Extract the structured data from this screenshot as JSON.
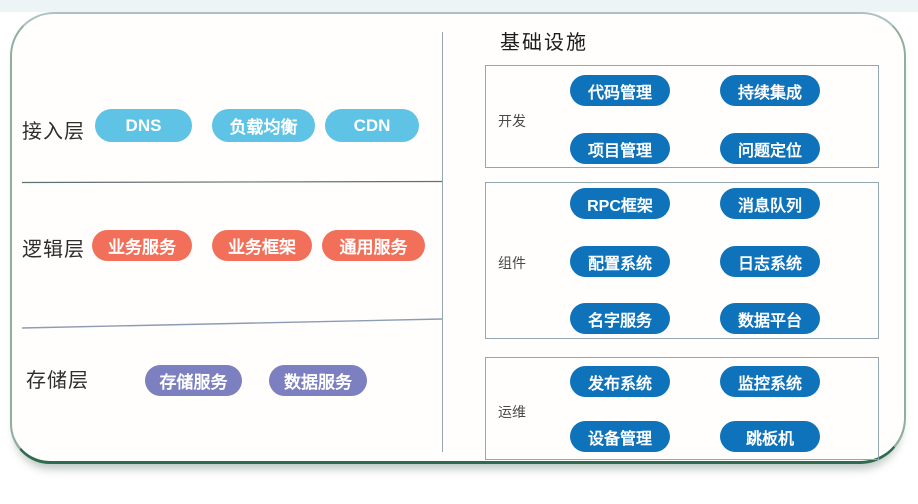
{
  "colors": {
    "access": "#5fc3e6",
    "logic": "#f2705a",
    "storage": "#7c80c0",
    "infra": "#0e73ba",
    "card-border-top": "#abc3c0",
    "card-border-bottom": "#2f6b51"
  },
  "left_panel": {
    "layers": [
      {
        "label": "接入层",
        "items": [
          "DNS",
          "负载均衡",
          "CDN"
        ]
      },
      {
        "label": "逻辑层",
        "items": [
          "业务服务",
          "业务框架",
          "通用服务"
        ]
      },
      {
        "label": "存储层",
        "items": [
          "存储服务",
          "数据服务"
        ]
      }
    ]
  },
  "right_panel": {
    "title": "基础设施",
    "groups": [
      {
        "label": "开发",
        "items": [
          "代码管理",
          "持续集成",
          "项目管理",
          "问题定位"
        ]
      },
      {
        "label": "组件",
        "items": [
          "RPC框架",
          "消息队列",
          "配置系统",
          "日志系统",
          "名字服务",
          "数据平台"
        ]
      },
      {
        "label": "运维",
        "items": [
          "发布系统",
          "监控系统",
          "设备管理",
          "跳板机"
        ]
      }
    ]
  }
}
